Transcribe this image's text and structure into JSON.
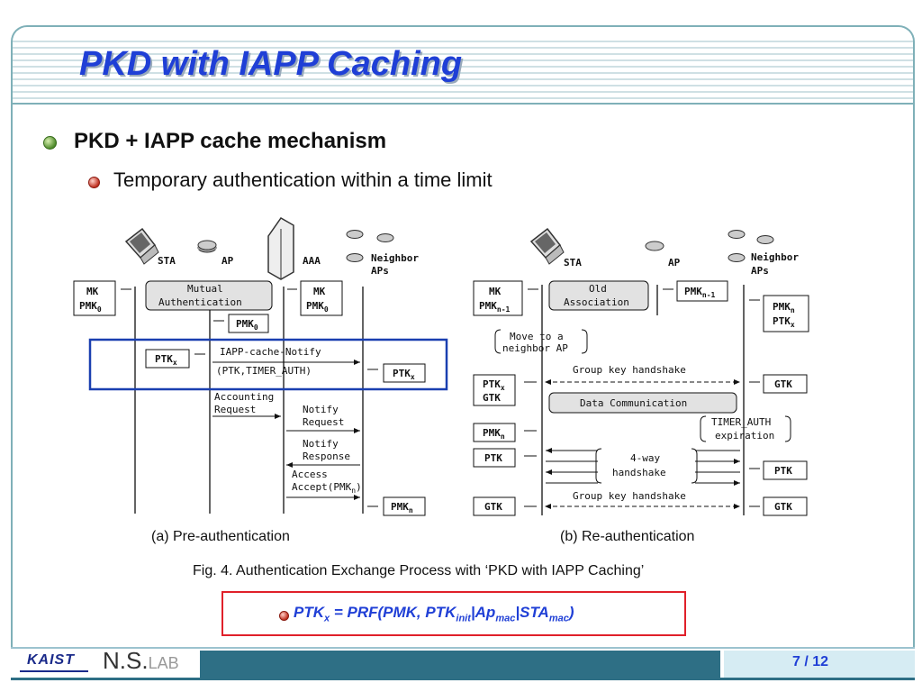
{
  "slide": {
    "title": "PKD with IAPP Caching",
    "bullet1": "PKD + IAPP cache mechanism",
    "bullet2": "Temporary authentication within a time limit"
  },
  "figure": {
    "left": {
      "entities": [
        "STA",
        "AP",
        "AAA",
        "Neighbor",
        "APs"
      ],
      "mutual": [
        "Mutual",
        "Authentication"
      ],
      "notify": "IAPP-cache-Notify",
      "notify_params": "(PTK,TIMER_AUTH)",
      "acct": [
        "Accounting",
        "Request"
      ],
      "notify_req": [
        "Notify",
        "Request"
      ],
      "notify_resp": [
        "Notify",
        "Response"
      ],
      "access": [
        "Access",
        "Accept(PMK"
      ]
    },
    "right": {
      "entities": [
        "STA",
        "AP",
        "Neighbor",
        "APs"
      ],
      "old_assoc": [
        "Old",
        "Association"
      ],
      "move": [
        "Move to a",
        "neighbor AP"
      ],
      "gkh1": "Group key handshake",
      "data_comm": "Data Communication",
      "timer": [
        "TIMER_AUTH",
        "expiration"
      ],
      "fourway": [
        "4-way",
        "handshake"
      ],
      "gkh2": "Group key handshake"
    },
    "caption_a": "(a) Pre-authentication",
    "caption_b": "(b) Re-authentication",
    "fig_caption": "Fig. 4. Authentication Exchange Process with ‘PKD with IAPP Caching’"
  },
  "formula": {
    "lhs": "PTK",
    "lhs_sub": "x",
    "eq": " = PRF(PMK, PTK",
    "sub1": "init",
    "sep1": "|Ap",
    "sub2": "mac",
    "sep2": "|STA",
    "sub3": "mac",
    "end": ")"
  },
  "footer": {
    "kaist": "KAIST",
    "lab_main": "N.S.",
    "lab_small": "LAB",
    "page": "7 / 12"
  },
  "colors": {
    "title": "#1f3fd6",
    "highlight_box": "#1a3fb0",
    "formula_border": "#e0202a",
    "footer_bar": "#2e6f85"
  }
}
